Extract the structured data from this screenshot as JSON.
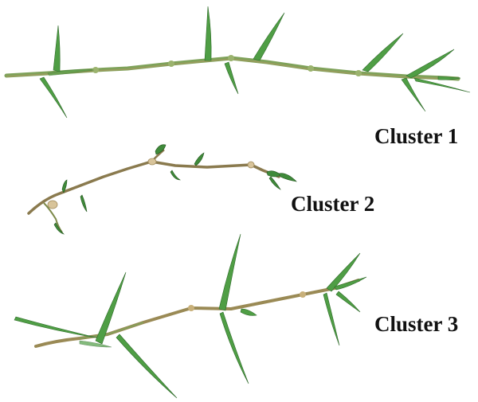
{
  "image": {
    "labels": [
      "Cluster 1",
      "Cluster 2",
      "Cluster 3"
    ]
  },
  "colors": {
    "background": "#ffffff",
    "leaf_green": "#4f9e45",
    "leaf_dark": "#2f6b2a",
    "stem_green": "#7fa25a",
    "stem_tan": "#9a8a55",
    "node_tan": "#c8b07a",
    "label_text": "#111111"
  }
}
